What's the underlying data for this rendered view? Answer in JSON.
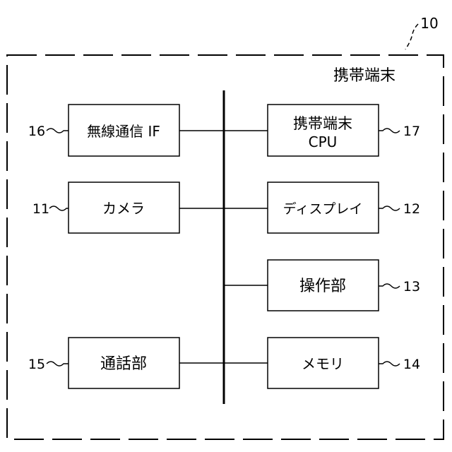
{
  "device": {
    "ref": "10",
    "title": "携帯端末"
  },
  "blocks": {
    "wireless_if": {
      "ref": "16",
      "label": "無線通信 IF"
    },
    "camera": {
      "ref": "11",
      "label": "カメラ"
    },
    "call_unit": {
      "ref": "15",
      "label": "通話部"
    },
    "cpu": {
      "ref": "17",
      "label_line1": "携帯端末",
      "label_line2": "CPU"
    },
    "display": {
      "ref": "12",
      "label": "ディスプレイ"
    },
    "operation_unit": {
      "ref": "13",
      "label": "操作部"
    },
    "memory": {
      "ref": "14",
      "label": "メモリ"
    }
  }
}
